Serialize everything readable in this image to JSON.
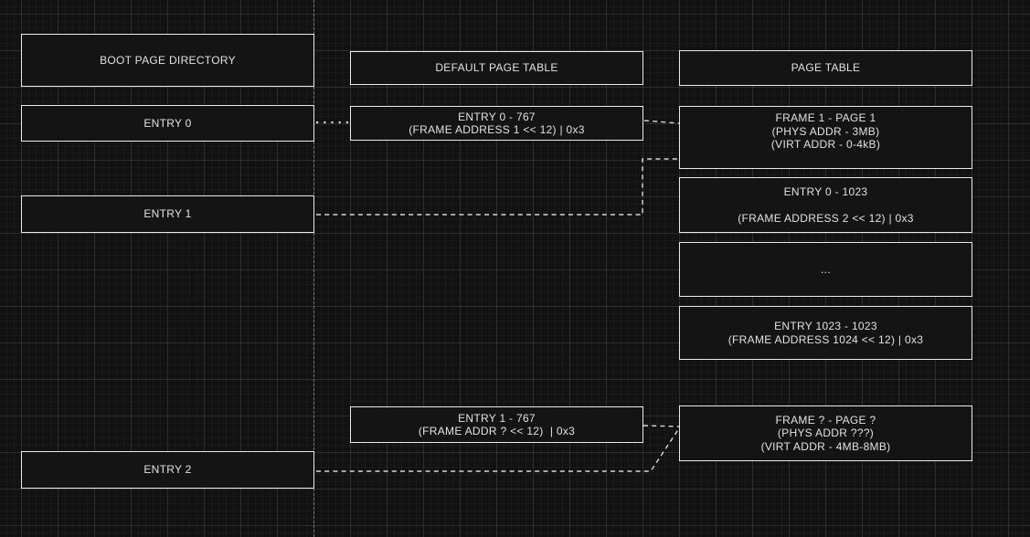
{
  "colors": {
    "background": "#121212",
    "box_fill": "#141414",
    "box_border": "#ebebeb",
    "text": "#e2e2e2",
    "connector": "#d8d8d8",
    "grid_major": "rgba(255,255,255,0.09)",
    "grid_minor": "rgba(255,255,255,0.03)"
  },
  "nodes": {
    "boot_page_directory": {
      "lines": [
        "BOOT PAGE DIRECTORY"
      ]
    },
    "entry_0": {
      "lines": [
        "ENTRY 0"
      ]
    },
    "entry_1": {
      "lines": [
        "ENTRY 1"
      ]
    },
    "entry_2": {
      "lines": [
        "ENTRY 2"
      ]
    },
    "default_page_table": {
      "lines": [
        "DEFAULT PAGE TABLE"
      ]
    },
    "default_entry_0": {
      "lines": [
        "ENTRY 0 - 767",
        "(FRAME ADDRESS 1 << 12) | 0x3"
      ]
    },
    "default_entry_1": {
      "lines": [
        "ENTRY 1 - 767",
        "(FRAME ADDR ? << 12)  | 0x3"
      ]
    },
    "page_table": {
      "lines": [
        "PAGE TABLE"
      ]
    },
    "frame_1": {
      "lines": [
        "FRAME 1 - PAGE 1",
        "(PHYS ADDR - 3MB)",
        "(VIRT ADDR - 0-4kB)"
      ]
    },
    "pt_entry_0": {
      "lines": [
        "ENTRY 0 - 1023",
        "",
        "(FRAME ADDRESS 2 << 12) | 0x3"
      ]
    },
    "pt_ellipsis": {
      "lines": [
        "..."
      ]
    },
    "pt_entry_1023": {
      "lines": [
        "ENTRY 1023 - 1023",
        "(FRAME ADDRESS 1024 << 12) | 0x3"
      ]
    },
    "frame_unknown": {
      "lines": [
        "FRAME ? - PAGE ?",
        "(PHYS ADDR ???)",
        "(VIRT ADDR - 4MB-8MB)"
      ]
    }
  },
  "connectors": [
    {
      "from": "entry_0",
      "to": "default_entry_0",
      "style": "dotted"
    },
    {
      "from": "default_entry_0",
      "to": "frame_1",
      "style": "dashed"
    },
    {
      "from": "entry_1",
      "to": "frame_1",
      "style": "dashed"
    },
    {
      "from": "default_entry_1",
      "to": "frame_unknown",
      "style": "dashed"
    },
    {
      "from": "entry_2",
      "to": "frame_unknown",
      "style": "dashed"
    }
  ]
}
